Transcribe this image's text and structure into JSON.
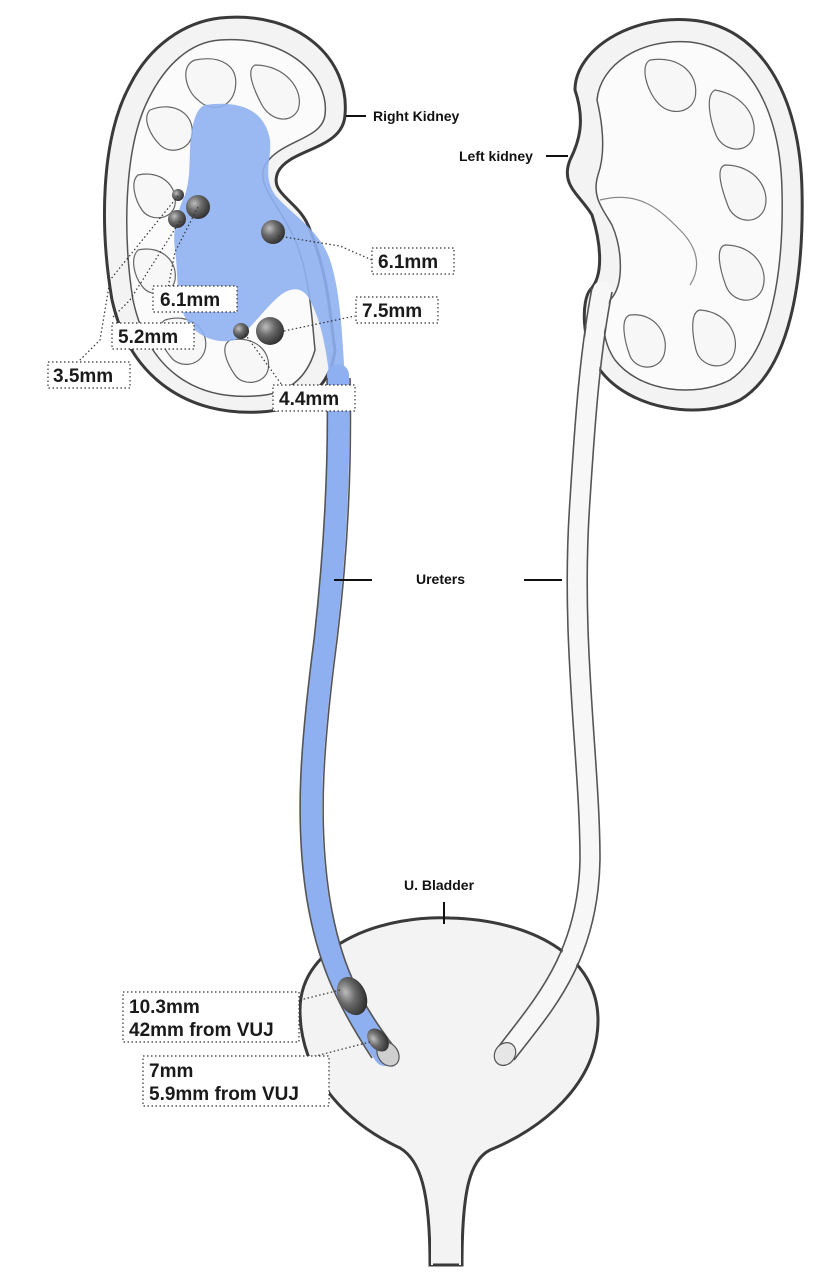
{
  "labels": {
    "right_kidney": "Right Kidney",
    "left_kidney": "Left kidney",
    "ureters": "Ureters",
    "bladder": "U. Bladder"
  },
  "measurements": {
    "stone_a": "6.1mm",
    "stone_b": "6.1mm",
    "stone_c": "7.5mm",
    "stone_d": "5.2mm",
    "stone_e": "3.5mm",
    "stone_f": "4.4mm",
    "ureter_stone_1_size": "10.3mm",
    "ureter_stone_1_distance": "42mm from VUJ",
    "ureter_stone_2_size": "7mm",
    "ureter_stone_2_distance": "5.9mm from VUJ"
  },
  "colors": {
    "highlight": "#8fb0f0",
    "stone": "#555555"
  }
}
